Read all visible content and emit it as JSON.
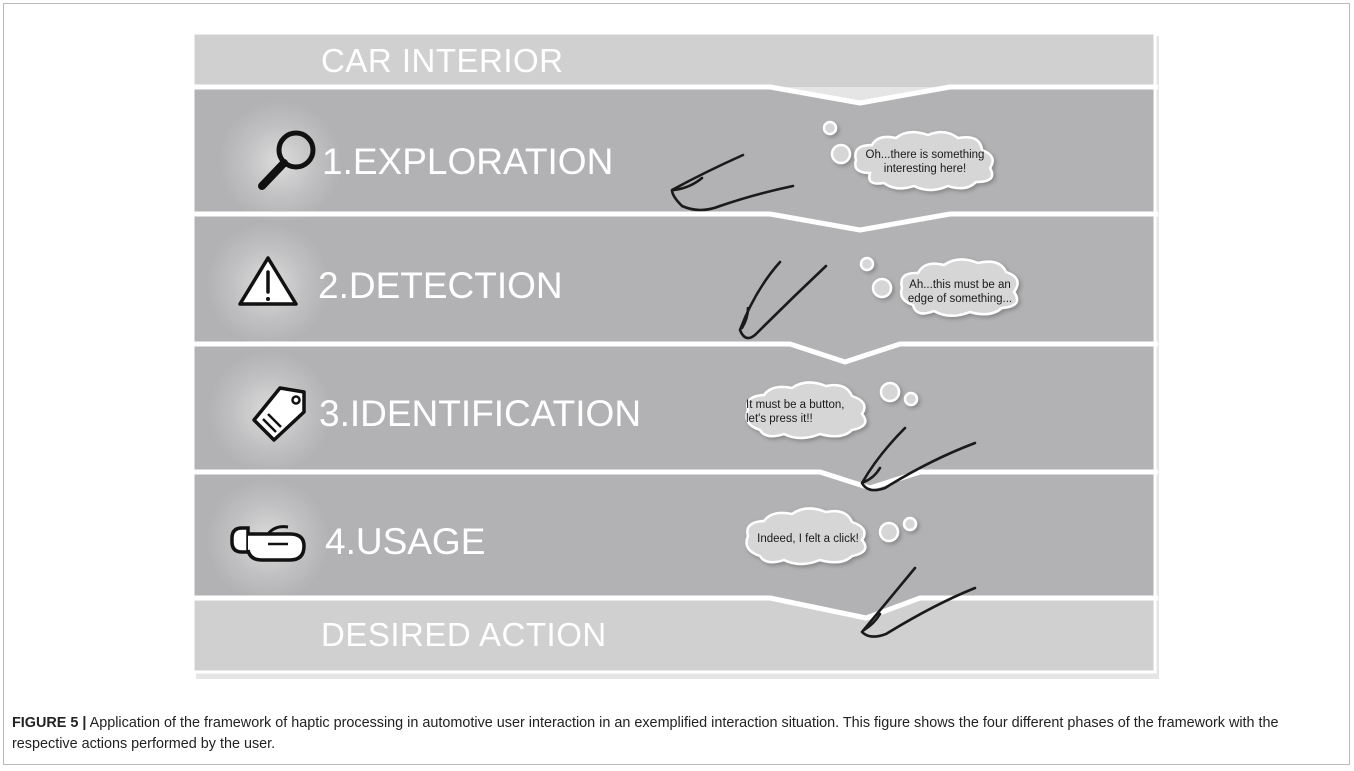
{
  "top_band": {
    "label": "CAR INTERIOR"
  },
  "bottom_band": {
    "label": "DESIRED ACTION"
  },
  "phases": [
    {
      "title": "1.EXPLORATION",
      "icon": "magnifier-icon",
      "thought": "Oh...there is something interesting here!"
    },
    {
      "title": "2.DETECTION",
      "icon": "warning-icon",
      "thought": "Ah...this must be an edge of something..."
    },
    {
      "title": "3.IDENTIFICATION",
      "icon": "tag-icon",
      "thought": "It must be a button, let's press it!!"
    },
    {
      "title": "4.USAGE",
      "icon": "pressing-finger-icon",
      "thought": "Indeed, I felt a click!"
    }
  ],
  "caption": {
    "label": "FIGURE 5",
    "separator": "|",
    "text": "Application of the framework of haptic processing in automotive user interaction in an exemplified interaction situation. This figure shows the four different phases of the framework with the respective actions performed by the user."
  },
  "colors": {
    "band_light": "#d0d0d1",
    "band_dark": "#b2b2b4",
    "separator": "#ffffff",
    "cloud_fill": "#d6d6d7",
    "finger_stroke": "#1a1a1a"
  }
}
